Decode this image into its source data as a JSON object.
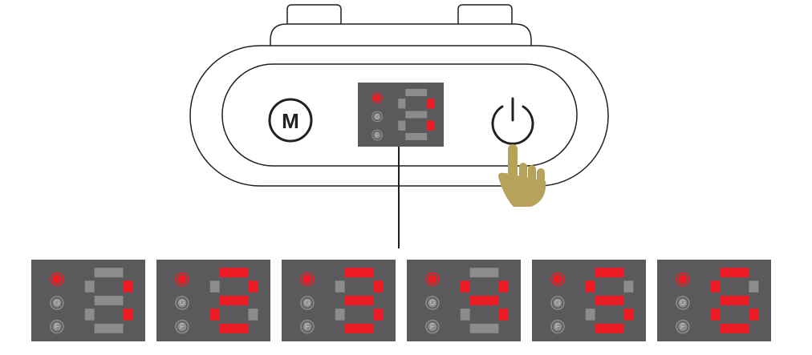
{
  "device": {
    "mode_button": {
      "label": "M",
      "icon": "mode-icon"
    },
    "power_button": {
      "icon": "power-icon"
    },
    "hand_icon": "pointing-hand-icon",
    "display": {
      "value": 1,
      "active_indicator": "first"
    }
  },
  "indicators": [
    {
      "letter": "",
      "name": "indicator-top"
    },
    {
      "letter": "G",
      "name": "indicator-g"
    },
    {
      "letter": "F",
      "name": "indicator-f"
    }
  ],
  "levels": [
    {
      "value": 1,
      "active_indicator": "first"
    },
    {
      "value": 2,
      "active_indicator": "first"
    },
    {
      "value": 3,
      "active_indicator": "first"
    },
    {
      "value": 4,
      "active_indicator": "first"
    },
    {
      "value": 5,
      "active_indicator": "first"
    },
    {
      "value": 6,
      "active_indicator": "first"
    }
  ],
  "colors": {
    "panel": "#5a5a5c",
    "segment_on": "#ed1c24",
    "segment_off": "#8c8c8e",
    "indicator_off": "#8c8c8e",
    "hand": "#b7a25c",
    "outline": "#231f20"
  }
}
